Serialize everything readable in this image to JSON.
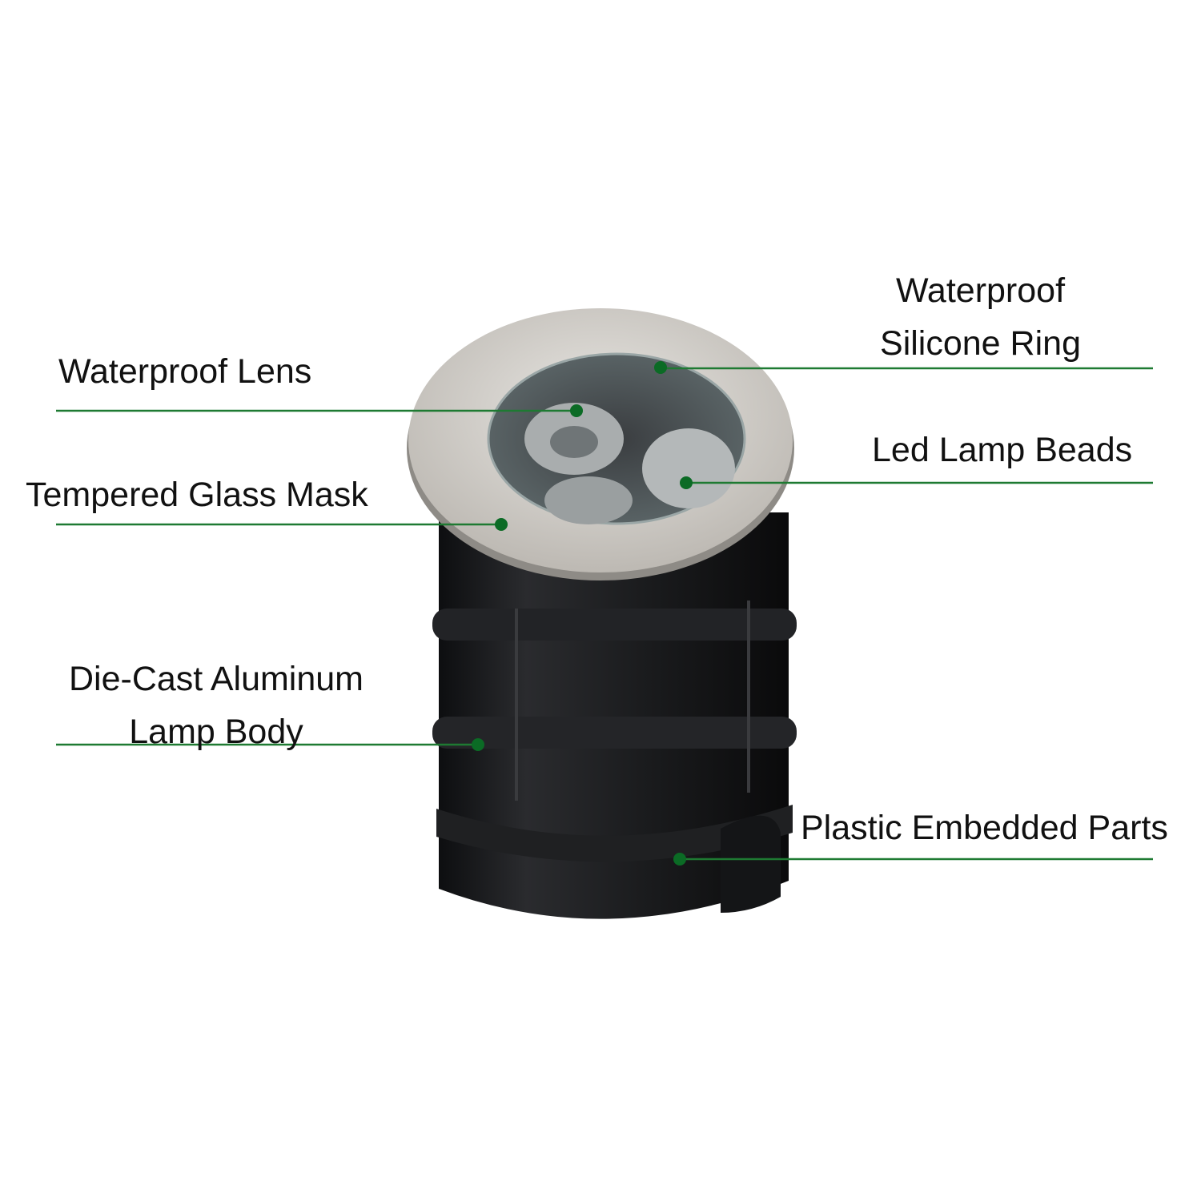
{
  "labels": {
    "waterproof_lens": "Waterproof Lens",
    "silicone_ring_line1": "Waterproof",
    "silicone_ring_line2": "Silicone Ring",
    "led_beads": "Led Lamp Beads",
    "tempered_glass": "Tempered Glass Mask",
    "lamp_body_line1": "Die-Cast Aluminum",
    "lamp_body_line2": "Lamp Body",
    "plastic_parts": "Plastic Embedded Parts"
  },
  "colors": {
    "leader": "#1e7a32",
    "dot": "#0b6b25",
    "body": "#1c1d1f",
    "steel": "#d6d3ce"
  }
}
